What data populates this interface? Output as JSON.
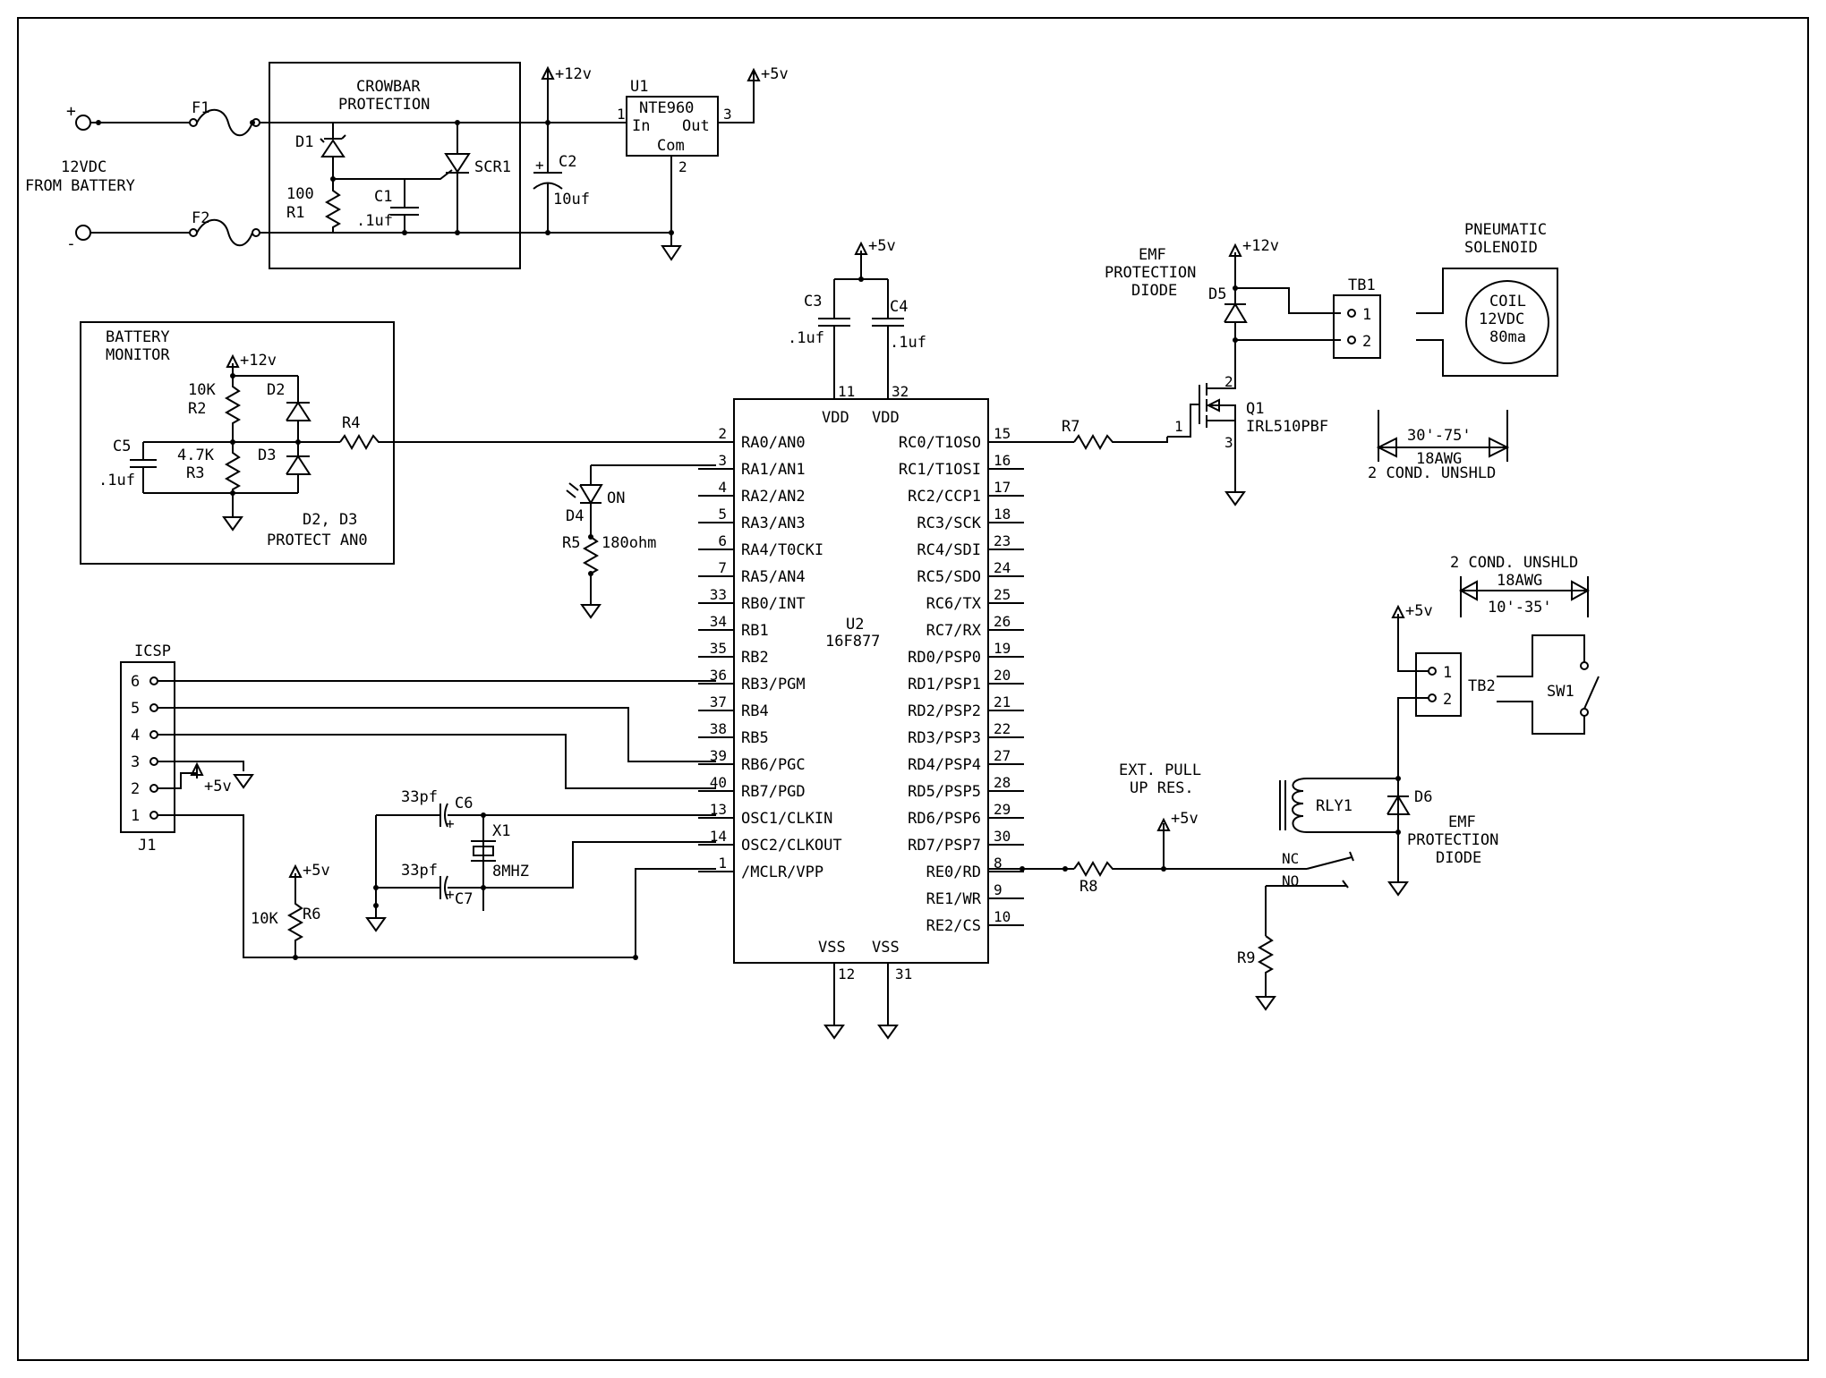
{
  "power": {
    "source_label_1": "12VDC",
    "source_label_2": "FROM BATTERY",
    "plus": "+",
    "minus": "-",
    "f1": "F1",
    "f2": "F2",
    "crowbar_1": "CROWBAR",
    "crowbar_2": "PROTECTION",
    "d1": "D1",
    "r1_val": "100",
    "r1": "R1",
    "c1": "C1",
    "c1_val": ".1uf",
    "scr1": "SCR1",
    "rail_12v": "+12v",
    "rail_5v": "+5v",
    "c2": "C2",
    "c2_val": "10uf",
    "u1": "U1",
    "u1_part": "NTE960",
    "u1_in": "In",
    "u1_out": "Out",
    "u1_com": "Com",
    "u1_pin1": "1",
    "u1_pin2": "2",
    "u1_pin3": "3"
  },
  "battery_monitor": {
    "title_1": "BATTERY",
    "title_2": "MONITOR",
    "rail": "+12v",
    "r2_val": "10K",
    "r2": "R2",
    "d2": "D2",
    "d3": "D3",
    "r3_val": "4.7K",
    "r3": "R3",
    "c5": "C5",
    "c5_val": ".1uf",
    "r4": "R4",
    "note_1": "D2, D3",
    "note_2": "PROTECT AN0"
  },
  "mcu": {
    "ref": "U2",
    "part": "16F877",
    "vdd": "VDD",
    "vss": "VSS",
    "vdd_pins": [
      "11",
      "32"
    ],
    "vss_pins": [
      "12",
      "31"
    ],
    "left_pins": [
      {
        "num": "2",
        "name": "RA0/AN0"
      },
      {
        "num": "3",
        "name": "RA1/AN1"
      },
      {
        "num": "4",
        "name": "RA2/AN2"
      },
      {
        "num": "5",
        "name": "RA3/AN3"
      },
      {
        "num": "6",
        "name": "RA4/T0CKI"
      },
      {
        "num": "7",
        "name": "RA5/AN4"
      },
      {
        "num": "33",
        "name": "RB0/INT"
      },
      {
        "num": "34",
        "name": "RB1"
      },
      {
        "num": "35",
        "name": "RB2"
      },
      {
        "num": "36",
        "name": "RB3/PGM"
      },
      {
        "num": "37",
        "name": "RB4"
      },
      {
        "num": "38",
        "name": "RB5"
      },
      {
        "num": "39",
        "name": "RB6/PGC"
      },
      {
        "num": "40",
        "name": "RB7/PGD"
      },
      {
        "num": "13",
        "name": "OSC1/CLKIN"
      },
      {
        "num": "14",
        "name": "OSC2/CLKOUT"
      },
      {
        "num": "1",
        "name": "/MCLR/VPP"
      }
    ],
    "right_pins": [
      {
        "num": "15",
        "name": "RC0/T1OSO"
      },
      {
        "num": "16",
        "name": "RC1/T1OSI"
      },
      {
        "num": "17",
        "name": "RC2/CCP1"
      },
      {
        "num": "18",
        "name": "RC3/SCK"
      },
      {
        "num": "23",
        "name": "RC4/SDI"
      },
      {
        "num": "24",
        "name": "RC5/SDO"
      },
      {
        "num": "25",
        "name": "RC6/TX"
      },
      {
        "num": "26",
        "name": "RC7/RX"
      },
      {
        "num": "19",
        "name": "RD0/PSP0"
      },
      {
        "num": "20",
        "name": "RD1/PSP1"
      },
      {
        "num": "21",
        "name": "RD2/PSP2"
      },
      {
        "num": "22",
        "name": "RD3/PSP3"
      },
      {
        "num": "27",
        "name": "RD4/PSP4"
      },
      {
        "num": "28",
        "name": "RD5/PSP5"
      },
      {
        "num": "29",
        "name": "RD6/PSP6"
      },
      {
        "num": "30",
        "name": "RD7/PSP7"
      },
      {
        "num": "8",
        "name": "RE0/RD"
      },
      {
        "num": "9",
        "name": "RE1/WR"
      },
      {
        "num": "10",
        "name": "RE2/CS"
      }
    ],
    "rail": "+5v",
    "c3": "C3",
    "c3_val": ".1uf",
    "c4": "C4",
    "c4_val": ".1uf",
    "d4": "D4",
    "d4_on": "ON",
    "r5": "R5",
    "r5_val": "180ohm"
  },
  "icsp": {
    "title": "ICSP",
    "ref": "J1",
    "pins": [
      "6",
      "5",
      "4",
      "3",
      "2",
      "1"
    ],
    "rail": "+5v"
  },
  "oscillator": {
    "c6_val": "33pf",
    "c6": "C6",
    "c7_val": "33pf",
    "c7": "C7",
    "x1": "X1",
    "x1_val": "8MHZ",
    "r6_val": "10K",
    "r6": "R6",
    "rail": "+5v"
  },
  "solenoid_driver": {
    "emf_1": "EMF",
    "emf_2": "PROTECTION",
    "emf_3": "DIODE",
    "rail": "+12v",
    "d5": "D5",
    "r7": "R7",
    "q1": "Q1",
    "q1_part": "IRL510PBF",
    "q_pin1": "1",
    "q_pin2": "2",
    "q_pin3": "3",
    "tb1": "TB1",
    "tb_pin1": "1",
    "tb_pin2": "2",
    "sol_1": "PNEUMATIC",
    "sol_2": "SOLENOID",
    "coil_1": "COIL",
    "coil_2": "12VDC",
    "coil_3": "80ma",
    "cable_len": "30'-75'",
    "cable_awg": "18AWG",
    "cable_desc": "2 COND. UNSHLD"
  },
  "switch_input": {
    "cable_desc": "2 COND. UNSHLD",
    "cable_awg": "18AWG",
    "cable_len": "10'-35'",
    "rail": "+5v",
    "tb2": "TB2",
    "tb_pin1": "1",
    "tb_pin2": "2",
    "sw1": "SW1",
    "rly1": "RLY1",
    "d6": "D6",
    "emf_1": "EMF",
    "emf_2": "PROTECTION",
    "emf_3": "DIODE",
    "pull_1": "EXT. PULL",
    "pull_2": "UP RES.",
    "pull_rail": "+5v",
    "r8": "R8",
    "r9": "R9",
    "nc": "NC",
    "no": "NO"
  }
}
